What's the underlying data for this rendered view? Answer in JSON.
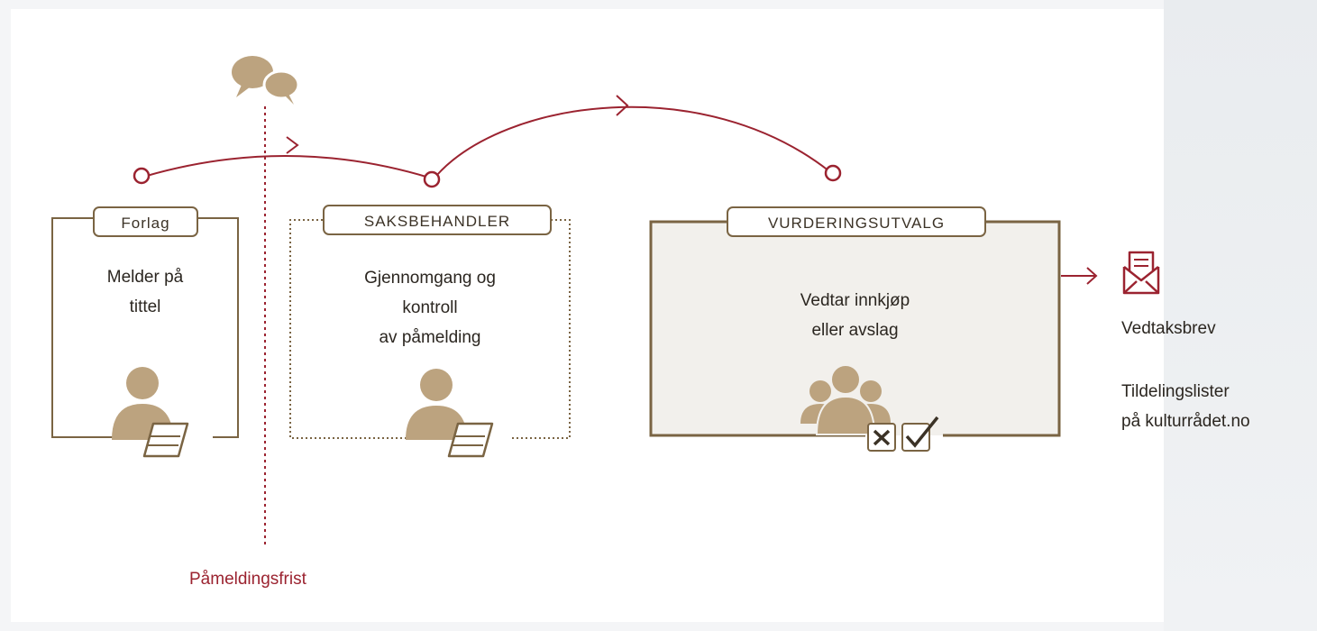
{
  "stages": [
    {
      "label": "Forlag",
      "text_lines": [
        "Melder på",
        "tittel"
      ]
    },
    {
      "label": "SAKSBEHANDLER",
      "text_lines": [
        "Gjennomgang og",
        "kontroll",
        "av påmelding"
      ]
    },
    {
      "label": "VURDERINGSUTVALG",
      "text_lines": [
        "Vedtar innkjøp",
        "eller avslag"
      ]
    }
  ],
  "outputs": {
    "letter": "Vedtaksbrev",
    "lists_lines": [
      "Tildelingslister",
      "på kulturrådet.no"
    ]
  },
  "deadline_label": "Påmeldingsfrist",
  "colors": {
    "accent_red": "#9b2330",
    "box_border": "#7a6443",
    "figure_tan": "#bca37f",
    "committee_fill": "#f2f0ec"
  },
  "icons": {
    "chat": "speech-bubbles-icon",
    "person": "person-icon",
    "book": "book-icon",
    "group": "group-icon",
    "reject": "x-box-icon",
    "approve": "check-box-icon",
    "letter": "envelope-letter-icon"
  }
}
